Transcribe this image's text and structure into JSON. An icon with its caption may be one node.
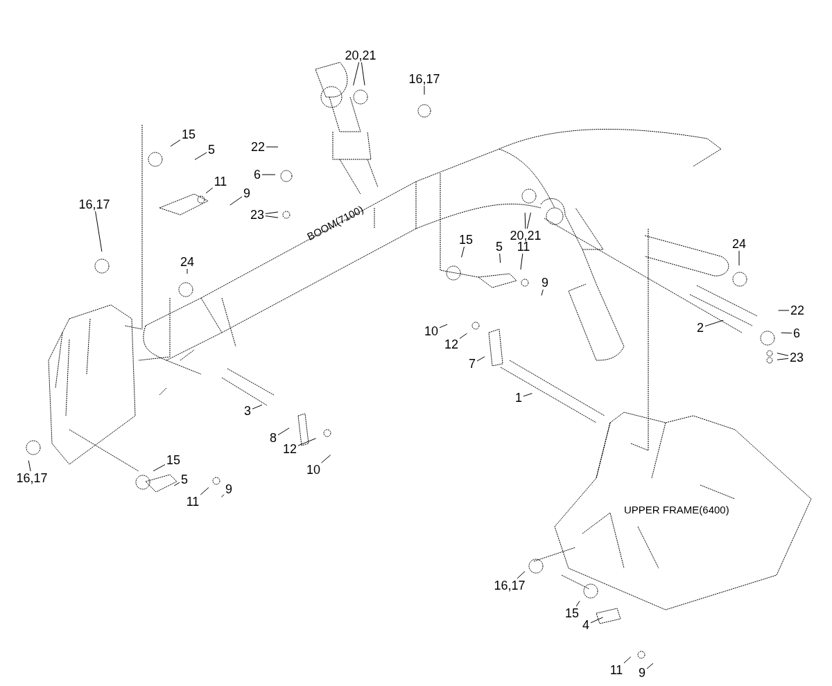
{
  "diagram": {
    "nodes": [
      {
        "text": [
          "22"
        ]
      },
      {
        "text": [
          "6"
        ]
      },
      {
        "text": [
          "23"
        ]
      },
      {
        "text": [
          "20,21"
        ]
      },
      {
        "text": [
          "16,17"
        ]
      },
      {
        "text": [
          "15"
        ]
      },
      {
        "text": [
          "5"
        ]
      },
      {
        "text": [
          "11"
        ]
      },
      {
        "text": [
          "9"
        ]
      },
      {
        "text": [
          "16,17"
        ]
      },
      {
        "text": [
          "24"
        ]
      },
      {
        "text": [
          "20,21"
        ]
      },
      {
        "text": [
          "15"
        ]
      },
      {
        "text": [
          "5"
        ]
      },
      {
        "text": [
          "11"
        ]
      },
      {
        "text": [
          "9"
        ]
      },
      {
        "text": [
          "24"
        ]
      },
      {
        "text": [
          "10"
        ]
      },
      {
        "text": [
          "12"
        ]
      },
      {
        "text": [
          "2"
        ]
      },
      {
        "text": [
          "22"
        ]
      },
      {
        "text": [
          "6"
        ]
      },
      {
        "text": [
          "23"
        ]
      },
      {
        "text": [
          "7"
        ]
      },
      {
        "text": [
          "1"
        ]
      },
      {
        "text": [
          "3"
        ]
      },
      {
        "text": [
          "8"
        ]
      },
      {
        "text": [
          "12"
        ]
      },
      {
        "text": [
          "10"
        ]
      },
      {
        "text": [
          "16,17"
        ]
      },
      {
        "text": [
          "15"
        ]
      },
      {
        "text": [
          "5"
        ]
      },
      {
        "text": [
          "11"
        ]
      },
      {
        "text": [
          "9"
        ]
      },
      {
        "text": [
          "16,17"
        ]
      },
      {
        "text": [
          "15"
        ]
      },
      {
        "text": [
          "4"
        ]
      },
      {
        "text": [
          "11"
        ]
      },
      {
        "text": [
          "9"
        ]
      }
    ],
    "edges": [
      {
        "from": 0,
        "to": null,
        "arrow": "none"
      },
      {
        "from": 1,
        "to": null,
        "arrow": "none"
      },
      {
        "from": 2,
        "to": null,
        "arrow": "none"
      },
      {
        "from": 2,
        "to": null,
        "arrow": "none"
      },
      {
        "from": 3,
        "to": null,
        "arrow": "none"
      },
      {
        "from": 3,
        "to": null,
        "arrow": "none"
      },
      {
        "from": 4,
        "to": null,
        "arrow": "none"
      },
      {
        "from": 5,
        "to": null,
        "arrow": "none"
      },
      {
        "from": 6,
        "to": null,
        "arrow": "none"
      },
      {
        "from": 7,
        "to": null,
        "arrow": "none"
      },
      {
        "from": 8,
        "to": null,
        "arrow": "none"
      },
      {
        "from": 9,
        "to": null,
        "arrow": "none"
      },
      {
        "from": 10,
        "to": null,
        "arrow": "none"
      },
      {
        "from": 11,
        "to": null,
        "arrow": "none"
      },
      {
        "from": 11,
        "to": null,
        "arrow": "none"
      },
      {
        "from": 12,
        "to": null,
        "arrow": "none"
      },
      {
        "from": 13,
        "to": null,
        "arrow": "none"
      },
      {
        "from": 14,
        "to": null,
        "arrow": "none"
      },
      {
        "from": 15,
        "to": null,
        "arrow": "none"
      },
      {
        "from": 16,
        "to": null,
        "arrow": "none"
      },
      {
        "from": 17,
        "to": null,
        "arrow": "none"
      },
      {
        "from": 18,
        "to": null,
        "arrow": "none"
      },
      {
        "from": 19,
        "to": null,
        "arrow": "none"
      },
      {
        "from": 20,
        "to": null,
        "arrow": "none"
      },
      {
        "from": 21,
        "to": null,
        "arrow": "none"
      },
      {
        "from": 22,
        "to": null,
        "arrow": "none"
      },
      {
        "from": 22,
        "to": null,
        "arrow": "none"
      },
      {
        "from": 23,
        "to": null,
        "arrow": "none"
      },
      {
        "from": 24,
        "to": null,
        "arrow": "none"
      },
      {
        "from": 25,
        "to": null,
        "arrow": "none"
      },
      {
        "from": 26,
        "to": null,
        "arrow": "none"
      },
      {
        "from": 27,
        "to": null,
        "arrow": "none"
      },
      {
        "from": 28,
        "to": null,
        "arrow": "none"
      },
      {
        "from": 29,
        "to": null,
        "arrow": "none"
      },
      {
        "from": 30,
        "to": null,
        "arrow": "none"
      },
      {
        "from": 31,
        "to": null,
        "arrow": "none"
      },
      {
        "from": 32,
        "to": null,
        "arrow": "none"
      },
      {
        "from": 33,
        "to": null,
        "arrow": "none"
      },
      {
        "from": 34,
        "to": null,
        "arrow": "none"
      },
      {
        "from": 35,
        "to": null,
        "arrow": "none"
      },
      {
        "from": 36,
        "to": null,
        "arrow": "none"
      },
      {
        "from": 37,
        "to": null,
        "arrow": "none"
      },
      {
        "from": 38,
        "to": null,
        "arrow": "none"
      }
    ],
    "labels": [
      "BOOM(7100)",
      "UPPER FRAME(6400)"
    ]
  }
}
